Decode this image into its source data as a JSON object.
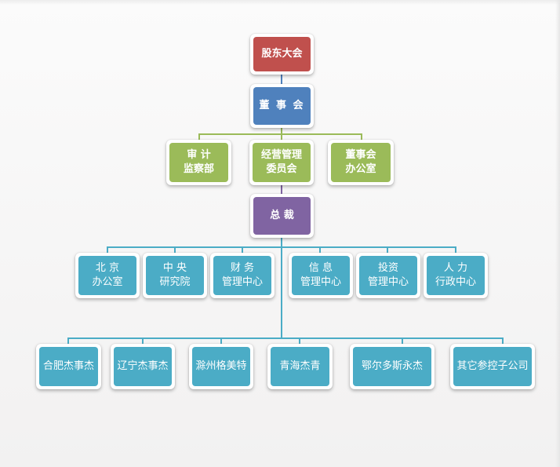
{
  "title": "组织架构图",
  "colors": {
    "shareholders": "#c0504d",
    "board": "#4f81bd",
    "committees": "#9bbb59",
    "president": "#8064a2",
    "departments": "#4bacc6",
    "subsidiaries": "#4bacc6"
  },
  "shareholders": {
    "label": "股东大会"
  },
  "board": {
    "label": "董 事 会"
  },
  "committees": [
    {
      "label": "审  计\n监察部"
    },
    {
      "label": "经营管理\n委员会"
    },
    {
      "label": "董事会\n办公室"
    }
  ],
  "president": {
    "label": "总    裁"
  },
  "departments": [
    {
      "label": "北    京\n办公室"
    },
    {
      "label": "中    央\n研究院"
    },
    {
      "label": "财      务\n管理中心"
    },
    {
      "label": "信      息\n管理中心"
    },
    {
      "label": "投资\n管理中心"
    },
    {
      "label": "人      力\n行政中心"
    }
  ],
  "subsidiaries": [
    {
      "label": "合肥杰事杰"
    },
    {
      "label": "辽宁杰事杰"
    },
    {
      "label": "滁州格美特"
    },
    {
      "label": "青海杰青"
    },
    {
      "label": "鄂尔多斯永杰"
    },
    {
      "label": "其它参控子公司"
    }
  ]
}
